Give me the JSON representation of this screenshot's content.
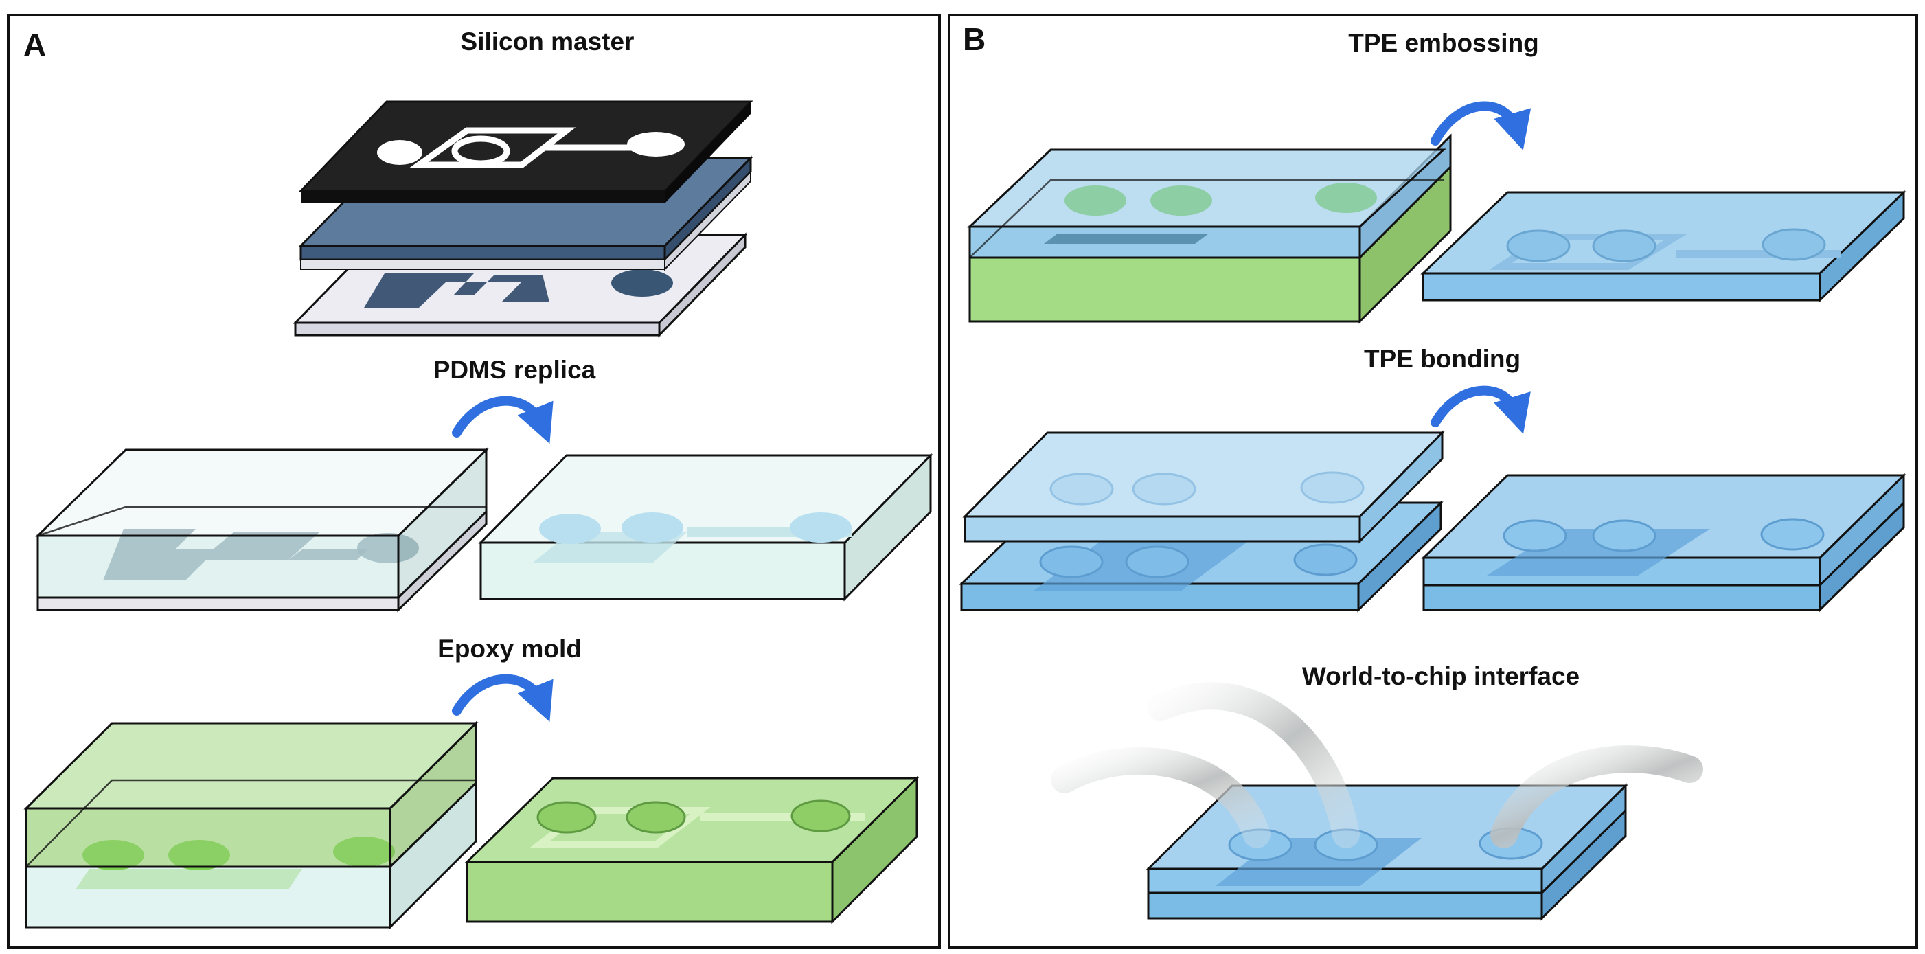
{
  "panels": [
    {
      "letter": "A",
      "steps": [
        "Silicon master",
        "PDMS replica",
        "Epoxy mold"
      ]
    },
    {
      "letter": "B",
      "steps": [
        "TPE embossing",
        "TPE bonding",
        "World-to-chip interface"
      ]
    }
  ],
  "colors": {
    "photomask": "#1c1c1c",
    "resist": "#4b6585",
    "glass": "#e6e6ec",
    "pdms": "#ddf3ee",
    "epoxy": "#9fd47f",
    "tpe": "#7fbbe8",
    "arrow": "#2f6fe0",
    "tubing": "#cfd2d2"
  },
  "icons": [
    "flip-arrow-icon",
    "tubing-icon"
  ]
}
